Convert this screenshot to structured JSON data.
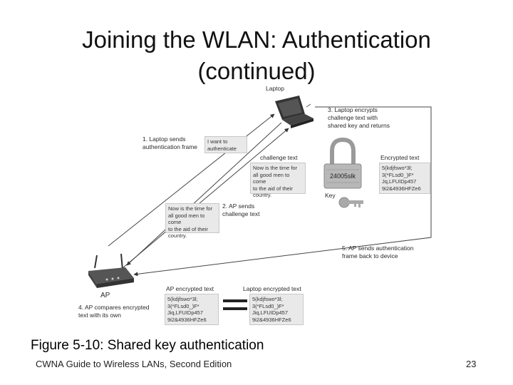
{
  "slide": {
    "title_line1": "Joining the WLAN: Authentication",
    "title_line2": "(continued)",
    "caption": "Figure 5-10: Shared key authentication",
    "footer": "CWNA Guide to Wireless LANs, Second Edition",
    "page_number": "23"
  },
  "diagram": {
    "laptop_label": "Laptop",
    "ap_label": "AP",
    "key_label": "Key",
    "key_value": "24005slk",
    "step1": [
      "1. Laptop sends",
      "authentication frame"
    ],
    "step1_box": [
      "I want to",
      "authenticate"
    ],
    "step2": [
      "2. AP sends",
      "challenge text"
    ],
    "step2_box": [
      "Now is the time for",
      "all good men to come",
      "to the aid of their",
      "country."
    ],
    "step3": [
      "3. Laptop encrypts",
      "challenge text with",
      "shared key and returns"
    ],
    "step4": [
      "4. AP compares encrypted",
      "text with its own"
    ],
    "step5": [
      "5. AP sends authentication",
      "frame back to device"
    ],
    "challenge_text_label": "challenge text",
    "challenge_text_box": [
      "Now is the time for",
      "all good men to come",
      "to the aid of their",
      "country."
    ],
    "encrypted_text_label": "Encrypted text",
    "encrypted_text_box": [
      "5(kdjfswo*3l;",
      "3(*FLsd0_)F*",
      "Jq,LFUIDp457",
      "9i2&4936HFZe6"
    ],
    "ap_encrypted_label": "AP encrypted text",
    "ap_encrypted_box": [
      "5(kdjfswo*3l;",
      "3(*FLsd0_)F*",
      "Jiq,LFUIDp457",
      "9i2&4936HFZe6"
    ],
    "laptop_encrypted_label": "Laptop encrypted text",
    "laptop_encrypted_box": [
      "5(kdjfswo*3l;",
      "3(*FLsd0_)F*",
      "Jiq,LFUIDp457",
      "9i2&4936HFZe6"
    ]
  }
}
